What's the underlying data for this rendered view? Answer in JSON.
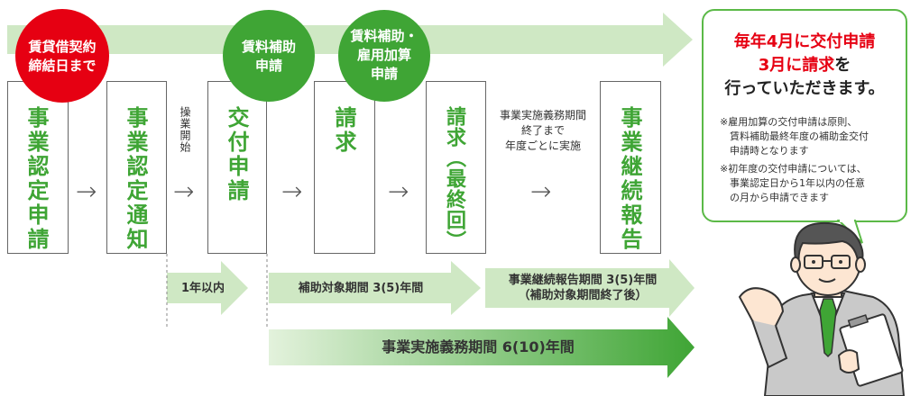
{
  "colors": {
    "green": "#3fa535",
    "red": "#e60012",
    "light_green": "#cfe8c4"
  },
  "circles": [
    {
      "label": "賃貸借契約\n締結日まで",
      "color": "#e60012"
    },
    {
      "label": "賃料補助\n申請",
      "color": "#3fa535"
    },
    {
      "label": "賃料補助・\n雇用加算\n申請",
      "color": "#3fa535"
    }
  ],
  "steps": [
    {
      "label": "事業認定申請"
    },
    {
      "label": "事業認定通知"
    },
    {
      "label": "交付申請"
    },
    {
      "label": "請求"
    },
    {
      "label": "請求（最終回）"
    },
    {
      "label": "事業継続報告"
    }
  ],
  "notes": {
    "start_operation": "操業開始",
    "implementation": "事業実施義務期間\n終了まで\n年度ごとに実施"
  },
  "periods": {
    "one_year": "1年以内",
    "subsidy": "補助対象期間 3(5)年間",
    "report": "事業継続報告期間 3(5)年間\n（補助対象期間終了後）",
    "obligation": "事業実施義務期間 6(10)年間"
  },
  "speech": {
    "line1": "毎年4月に交付申請",
    "line2_red": "3月に請求",
    "line2_black": "を",
    "line3": "行っていただきます。",
    "note1": "※雇用加算の交付申請は原則、\n　賃料補助最終年度の補助金交付\n　申請時となります",
    "note2": "※初年度の交付申請については、\n　事業認定日から1年以内の任意\n　の月から申請できます"
  },
  "icons": {
    "person": "businessman-with-clipboard-icon",
    "arrow": "right-arrow-icon"
  }
}
